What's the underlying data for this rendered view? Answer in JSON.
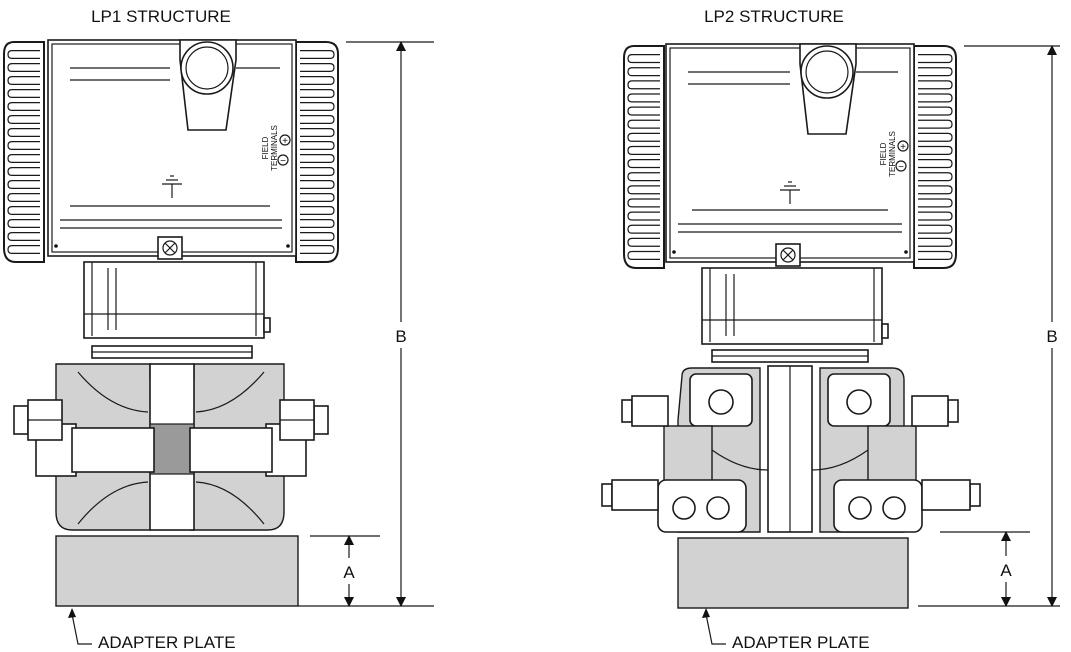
{
  "figure": {
    "lp1": {
      "title": "LP1 STRUCTURE",
      "field_terminals": [
        "FIELD",
        "TERMINALS"
      ],
      "plus_symbol": "+",
      "minus_symbol": "−",
      "dimension_a": "A",
      "dimension_b": "B",
      "adapter_plate_label": "ADAPTER PLATE"
    },
    "lp2": {
      "title": "LP2 STRUCTURE",
      "field_terminals": [
        "FIELD",
        "TERMINALS"
      ],
      "plus_symbol": "+",
      "minus_symbol": "−",
      "dimension_a": "A",
      "dimension_b": "B",
      "adapter_plate_label": "ADAPTER PLATE"
    }
  }
}
